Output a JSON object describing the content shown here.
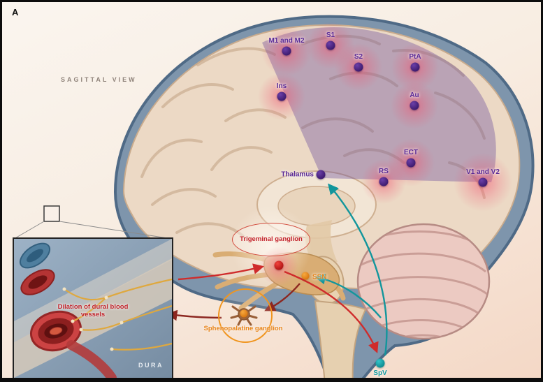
{
  "figure": {
    "panel_label": "A",
    "view_label": "SAGITTAL VIEW"
  },
  "cortical_regions": [
    {
      "label": "M1 and M2"
    },
    {
      "label": "S1"
    },
    {
      "label": "S2"
    },
    {
      "label": "PtA"
    },
    {
      "label": "Ins"
    },
    {
      "label": "Au"
    },
    {
      "label": "ECT"
    },
    {
      "label": "RS"
    },
    {
      "label": "V1 and V2"
    }
  ],
  "pathway_nodes": {
    "thalamus": "Thalamus",
    "trigeminal_ganglion": "Trigeminal ganglion",
    "ssn": "SSN",
    "sphenopalatine_ganglion": "Sphenopalatine ganglion",
    "spv": "SpV"
  },
  "inset": {
    "caption": "Dilation of dural blood vessels",
    "footer_label": "DURA"
  },
  "colors": {
    "cortical_marker_purple": "#4a2180",
    "projection_overlay_purple": "#6a4c9c",
    "sensory_pathway_red": "#cf2b2b",
    "parasympathetic_maroon": "#8c2720",
    "autonomic_orange": "#ee8d18",
    "ascending_teal": "#12969c",
    "hotspot_glow_pink": "#f0506e"
  }
}
